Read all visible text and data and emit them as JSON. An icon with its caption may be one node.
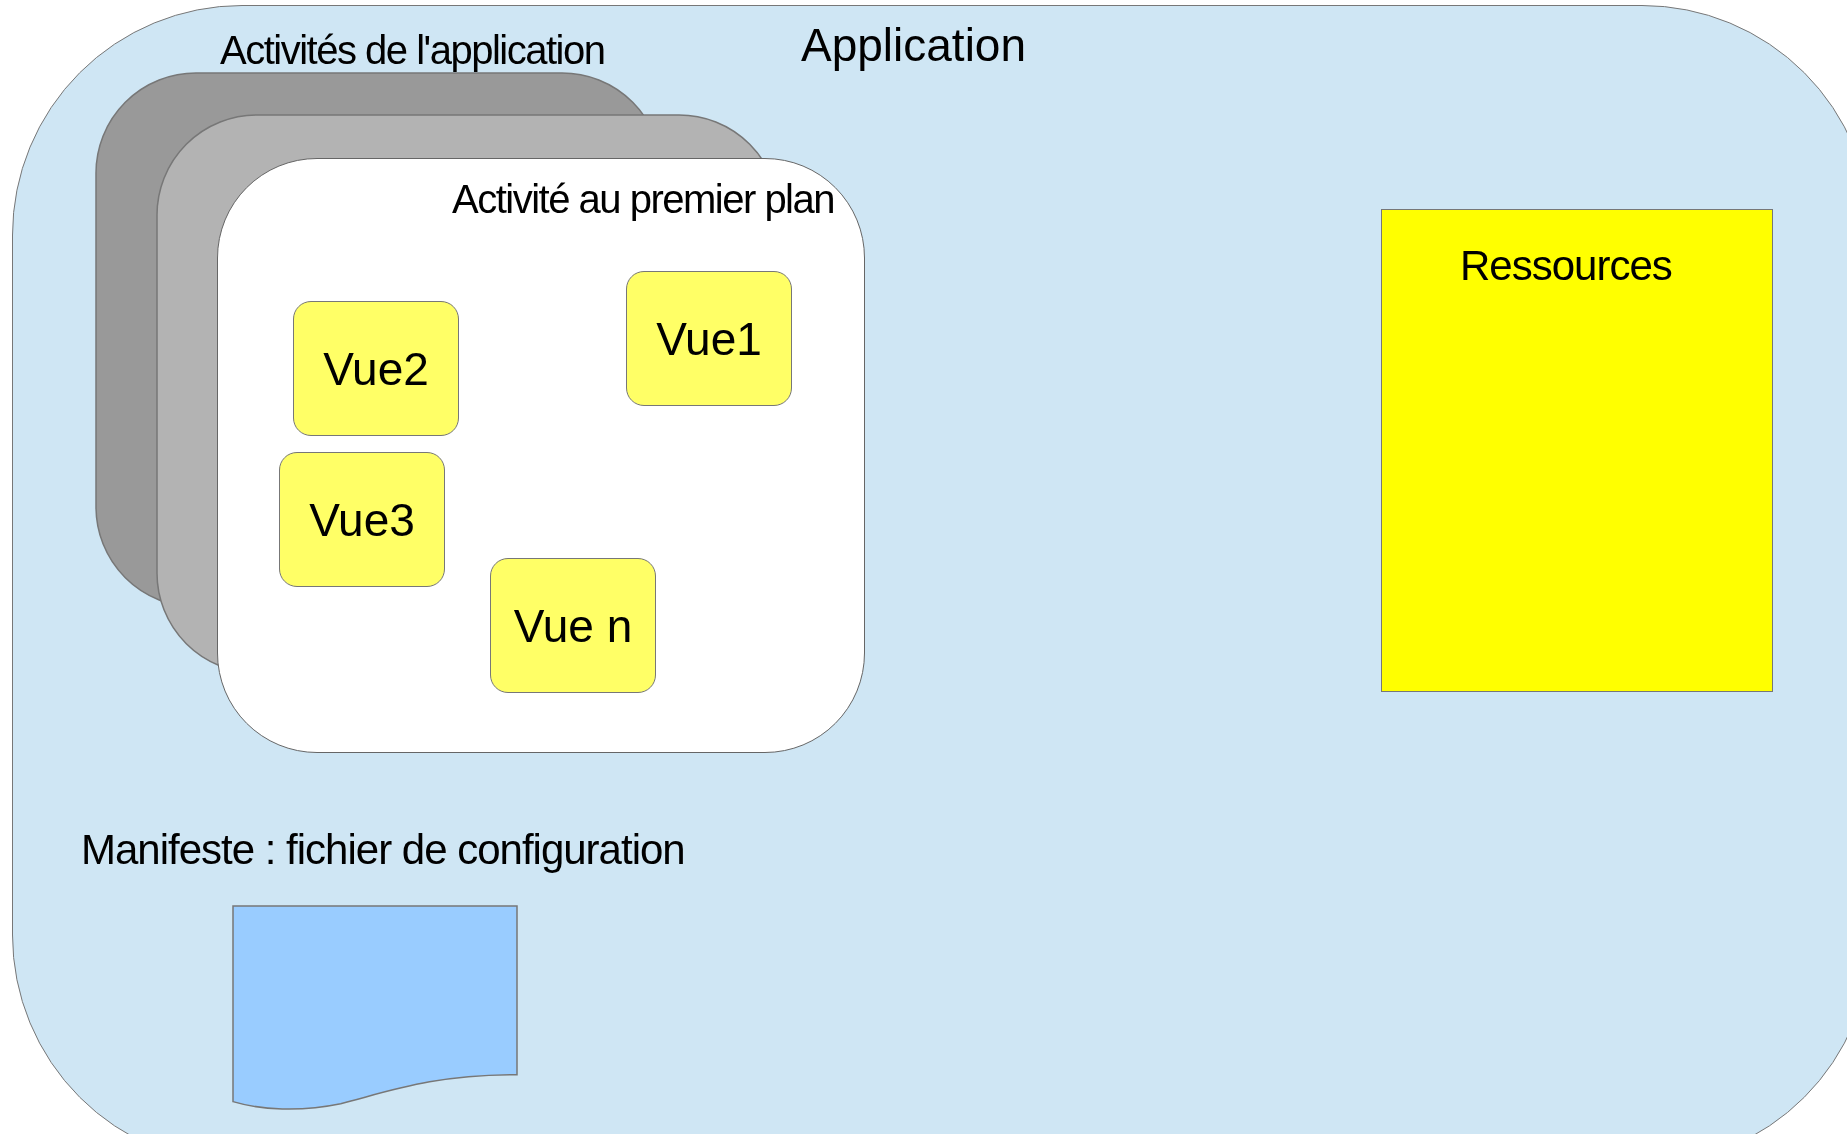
{
  "diagram": {
    "nodes": [
      {
        "text": [
          "Application"
        ]
      },
      {
        "text": [
          "Activité au premier plan"
        ],
        "in": 0
      },
      {
        "text": [
          "Vue1"
        ],
        "in": 1
      },
      {
        "text": [
          "Vue2"
        ],
        "in": 1
      },
      {
        "text": [
          "Vue3"
        ],
        "in": 1
      },
      {
        "text": [
          "Vue n"
        ],
        "in": 1
      },
      {
        "text": [
          "Ressources"
        ],
        "in": 0
      },
      {
        "text": [
          "Manifeste : fichier de configuration"
        ],
        "in": 0
      }
    ],
    "labels": [
      "Activités de l'application"
    ]
  }
}
